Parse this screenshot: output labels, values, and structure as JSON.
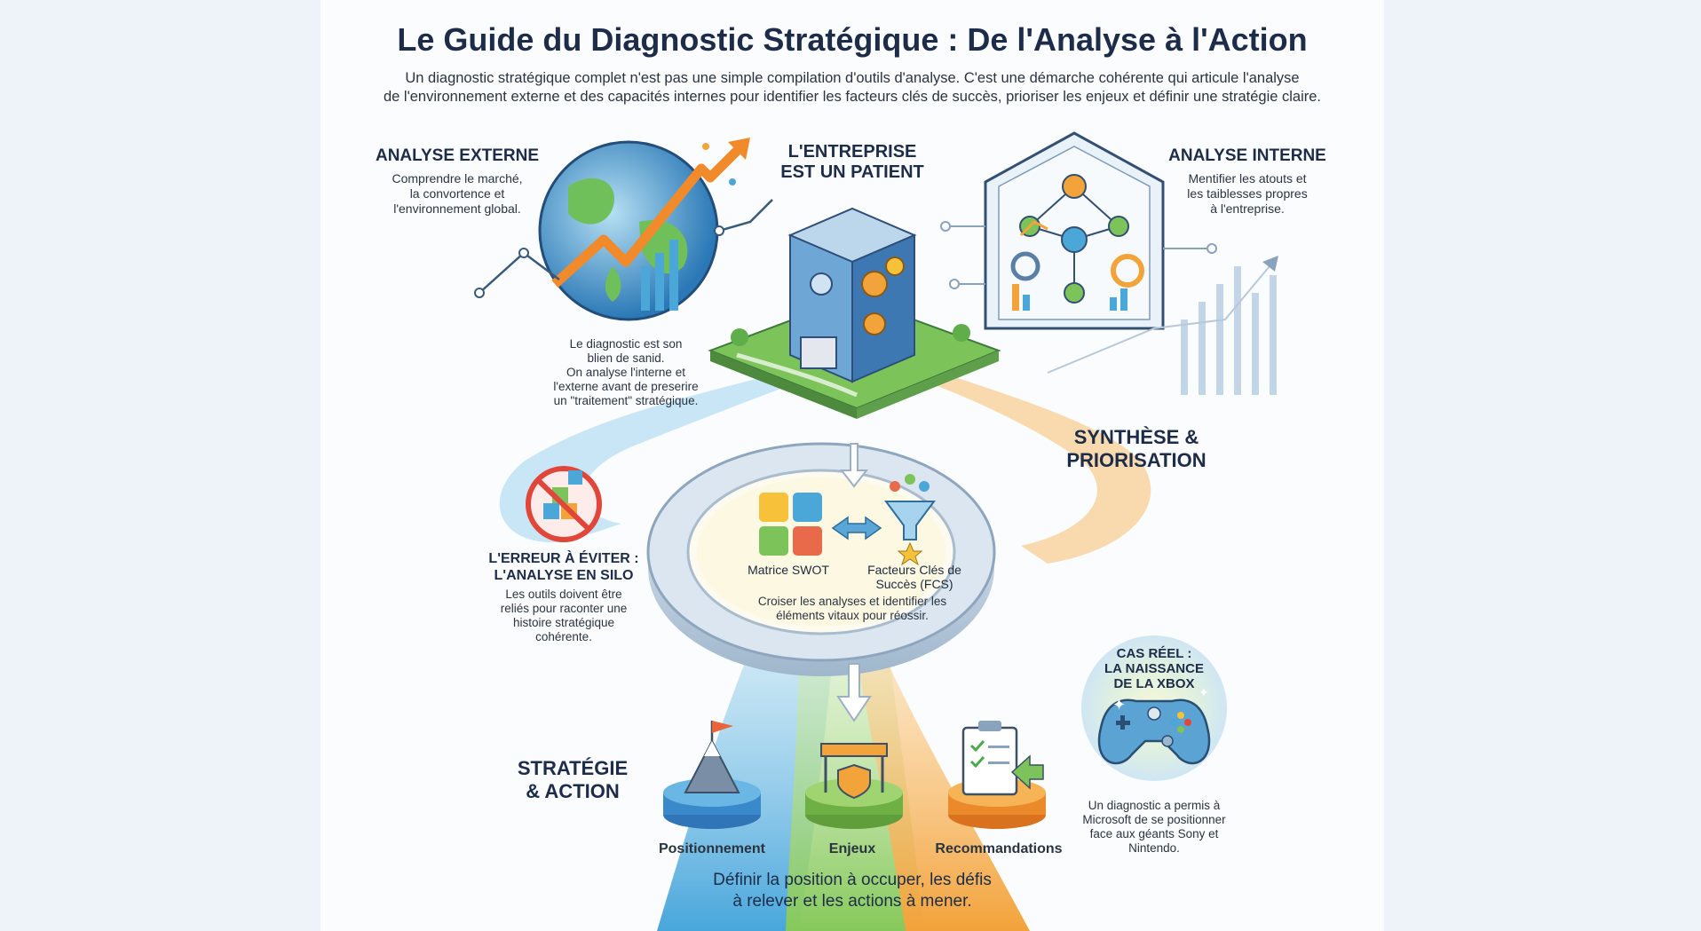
{
  "title": "Le Guide du Diagnostic Stratégique : De l'Analyse à l'Action",
  "intro_line1": "Un diagnostic stratégique complet n'est pas une simple compilation d'outils d'analyse. C'est une démarche cohérente qui articule l'analyse",
  "intro_line2": "de l'environnement externe et des capacités internes pour identifier les facteurs clés de succès, prioriser les enjeux et définir une stratégie claire.",
  "external": {
    "heading": "ANALYSE EXTERNE",
    "lines": [
      "Comprendre le marché,",
      "la convortence et",
      "l'environnement global."
    ]
  },
  "patient": {
    "heading_line1": "L'ENTREPRISE",
    "heading_line2": "EST UN PATIENT",
    "lines": [
      "Le diagnostic est son",
      "blien de sanid.",
      "On analyse l'interne et",
      "l'externe avant de preserire",
      "un \"traitement\" stratégique."
    ]
  },
  "internal": {
    "heading": "ANALYSE INTERNE",
    "lines": [
      "Mentifier les atouts et",
      "les taiblesses propres",
      "à l'entreprise."
    ]
  },
  "synthesis": {
    "line1": "SYNTHÈSE &",
    "line2": "PRIORISATION"
  },
  "error": {
    "heading_line1": "L'ERREUR À ÉVITER :",
    "heading_line2": "L'ANALYSE EN SILO",
    "lines": [
      "Les outils doivent être",
      "reliés pour raconter une",
      "histoire stratégique",
      "cohérente."
    ]
  },
  "hub": {
    "swot_label": "Matrice SWOT",
    "fcs_line1": "Facteurs Clés de",
    "fcs_line2": "Succès (FCS)",
    "caption_line1": "Croiser les analyses et identifier les",
    "caption_line2": "éléments vitaux pour réossir."
  },
  "strategy": {
    "line1": "STRATÉGIE",
    "line2": "& ACTION"
  },
  "outputs": [
    "Positionnement",
    "Enjeux",
    "Recommandations"
  ],
  "bottom_line1": "Définir la position à occuper, les défis",
  "bottom_line2": "à relever et les actions à mener.",
  "case": {
    "heading_line1": "CAS RÉEL :",
    "heading_line2": "LA NAISSANCE",
    "heading_line3": "DE LA XBOX",
    "lines": [
      "Un diagnostic a permis à",
      "Microsoft de se positionner",
      "face aux géants Sony et",
      "Nintendo."
    ]
  },
  "colors": {
    "blue": "#4aa7d8",
    "green": "#7cc35a",
    "orange": "#f2a33a",
    "navy": "#1d2c48"
  }
}
